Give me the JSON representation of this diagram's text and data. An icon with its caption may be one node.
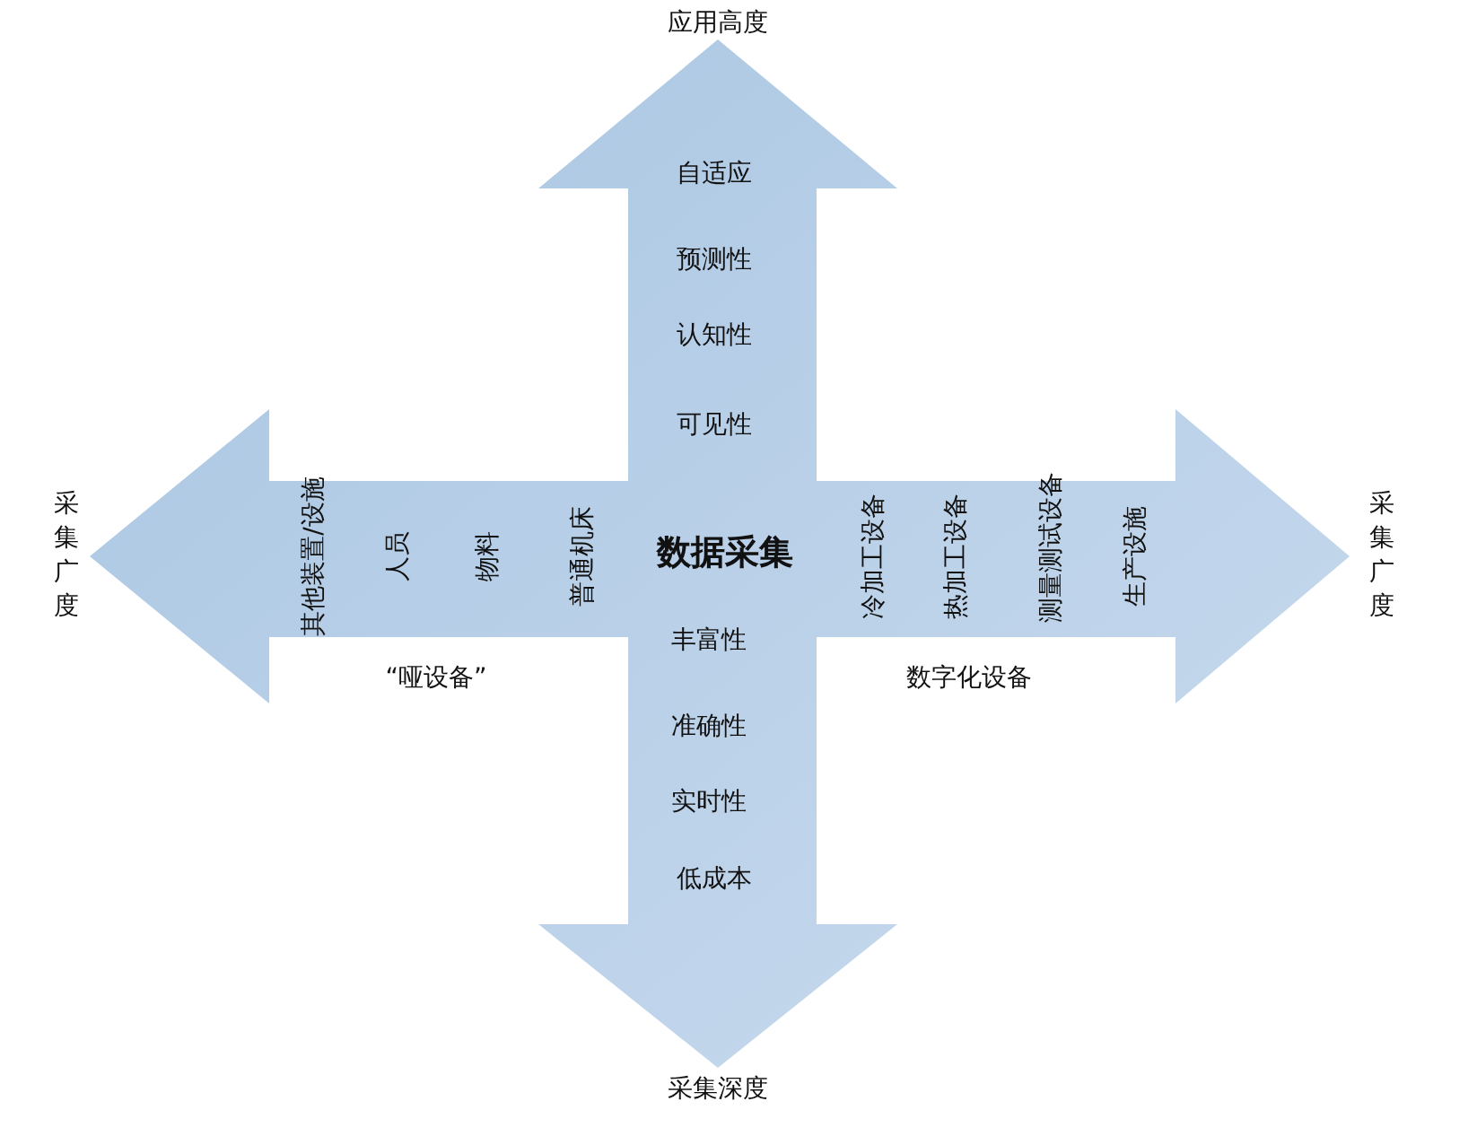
{
  "diagram": {
    "nodes": [
      {
        "text": [
          "数据采集"
        ]
      }
    ],
    "edges": [],
    "labels": [
      "应用高度",
      "自适应",
      "预测性",
      "认知性",
      "可见性",
      "采集广度",
      "其他装置/设施",
      "人员",
      "物料",
      "普通机床",
      "冷加工设备",
      "热加工设备",
      "测量测试设备",
      "生产设施",
      "采集广度",
      "丰富性",
      "“哑设备”",
      "数字化设备",
      "准确性",
      "实时性",
      "低成本",
      "采集深度"
    ]
  }
}
